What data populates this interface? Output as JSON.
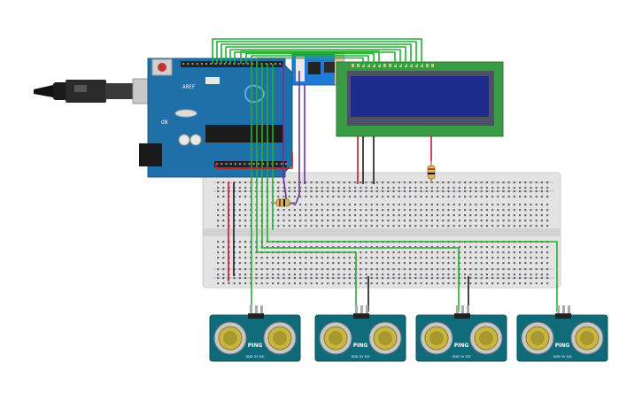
{
  "colors": {
    "background": "#ffffff",
    "arduino_board": "#1f6fa8",
    "breadboard": "#e3e3e3",
    "lcd_frame": "#3a9b45",
    "lcd_screen": "#1d2b8c",
    "sensor_board": "#0f6b7a",
    "wire_green": "#22b030",
    "wire_red": "#d01818",
    "wire_black": "#1a1a1a",
    "wire_purple": "#7030a0",
    "esp_module": "#1f7ad4"
  },
  "icons": {
    "usb": "usb-cable-icon",
    "resistor": "resistor-icon",
    "ultrasonic": "ultrasonic-transducer-icon"
  },
  "sensors": [
    {
      "brand": "PING",
      "pins": "GND 5V SIG"
    },
    {
      "brand": "PING",
      "pins": "GND 5V SIG"
    },
    {
      "brand": "PING",
      "pins": "GND 5V SIG"
    },
    {
      "brand": "PING",
      "pins": "GND 5V SIG"
    }
  ]
}
